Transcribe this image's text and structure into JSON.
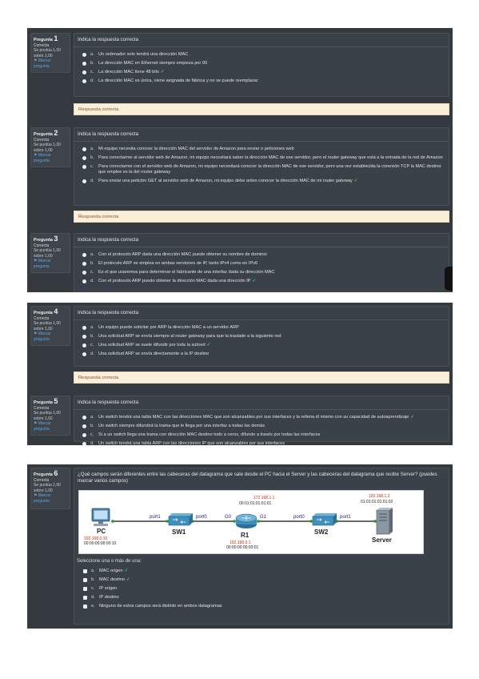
{
  "q1": {
    "label": "Pregunta",
    "num": "1",
    "status": "Correcta",
    "score": "Se puntúa 1,00 sobre 1,00",
    "flag": "Marcar pregunta",
    "text": "Indica la respuesta correcta",
    "options": [
      {
        "l": "a.",
        "t": "Un ordenador solo tendrá una dirección MAC"
      },
      {
        "l": "b.",
        "t": "La dirección MAC en Ethernet siempre empieza por 00"
      },
      {
        "l": "c.",
        "t": "La dirección MAC tiene 48 bits",
        "check": "✓"
      },
      {
        "l": "d.",
        "t": "La dirección MAC es única, viene asignada de fábrica y no se puede reemplazar"
      }
    ],
    "feedback": "Respuesta correcta"
  },
  "q2": {
    "label": "Pregunta",
    "num": "2",
    "status": "Correcta",
    "score": "Se puntúa 1,00 sobre 1,00",
    "flag": "Marcar pregunta",
    "text": "Indica la respuesta correcta",
    "options": [
      {
        "l": "a.",
        "t": "Mi equipo necesita conocer la dirección MAC del servidor de Amazon para enviar o peticiones web"
      },
      {
        "l": "b.",
        "t": "Para conectarme al servidor web de Amazon, mi equipo necesitará saber la dirección MAC de ese servidor, pero el router gateway que está a la entrada de la red de Amazon"
      },
      {
        "l": "c.",
        "t": "Para conectarme con el servidor web de Amazon, mi equipo necesitará conocer la dirección MAC de ese servidor, pero una vez establecida la conexión TCP la MAC destino que emplee es la del router gateway"
      },
      {
        "l": "d.",
        "t": "Para enviar una petición GET al servidor web de Amazon, mi equipo debe antes conocer la dirección MAC de mi router gateway",
        "check": "✓"
      }
    ],
    "feedback": "Respuesta correcta"
  },
  "q3": {
    "label": "Pregunta",
    "num": "3",
    "status": "Correcta",
    "score": "Se puntúa 1,00 sobre 1,00",
    "flag": "Marcar pregunta",
    "text": "Indica la respuesta correcta",
    "options": [
      {
        "l": "a.",
        "t": "Con el protocolo ARP dada una dirección MAC puede obtener su nombre de dominio"
      },
      {
        "l": "b.",
        "t": "El protocolo ARP se emplea en ambas versiones de IP, tanto IPv4 como en IPv6"
      },
      {
        "l": "c.",
        "t": "Es el que usaremos para determinar el fabricante de una interfaz dada su dirección MAC"
      },
      {
        "l": "d.",
        "t": "Con el protocolo ARP puedo obtener la dirección MAC dada una dirección IP",
        "check": "✓"
      }
    ]
  },
  "q4": {
    "label": "Pregunta",
    "num": "4",
    "status": "Correcta",
    "score": "Se puntúa 1,00 sobre 1,00",
    "flag": "Marcar pregunta",
    "text": "Indica la respuesta correcta",
    "options": [
      {
        "l": "a.",
        "t": "Un equipo puede solicitar por ARP la dirección MAC a un servidor ARP"
      },
      {
        "l": "b.",
        "t": "Una solicitud ARP se envía siempre al router gateway para que la traslade a la siguiente red"
      },
      {
        "l": "c.",
        "t": "Una solicitud ARP se suele difundir por toda la subred",
        "check": "✓"
      },
      {
        "l": "d.",
        "t": "Una solicitud ARP se envía directamente a la IP destino"
      }
    ],
    "feedback": "Respuesta correcta"
  },
  "q5": {
    "label": "Pregunta",
    "num": "5",
    "status": "Correcta",
    "score": "Se puntúa 1,00 sobre 1,00",
    "flag": "Marcar pregunta",
    "text": "Indica la respuesta correcta",
    "options": [
      {
        "l": "a.",
        "t": "Un switch tendrá una tabla MAC con las direcciones MAC que son alcanzables por sus interfaces y la rellena él mismo con su capacidad de autoaprendizaje",
        "check": "✓"
      },
      {
        "l": "b.",
        "t": "Un switch siempre difundirá la trama que le llega por una interfaz a todas las demás"
      },
      {
        "l": "c.",
        "t": "Si a un switch llega una trama con dirección MAC destino todo a ceros, difunde a través por todas las interfaces"
      },
      {
        "l": "d.",
        "t": "Un switch tendrá una tabla ARP con las direcciones IP que son alcanzables por sus interfaces"
      }
    ]
  },
  "q6": {
    "label": "Pregunta",
    "num": "6",
    "status": "Correcta",
    "score": "Se puntúa 1,00 sobre 1,00",
    "flag": "Marcar pregunta",
    "text": "¿Qué campos serán diferentes entre las cabeceras del datagrama que sale desde el PC hacia el Server y las cabeceras del datagrama que recibe Server? (puedes marcar varios campos)",
    "prompt": "Seleccione una o más de una:",
    "options": [
      {
        "l": "a.",
        "t": "MAC origen",
        "check": "✓"
      },
      {
        "l": "b.",
        "t": "MAC destino",
        "check": "✓"
      },
      {
        "l": "c.",
        "t": "IP origen"
      },
      {
        "l": "d.",
        "t": "IP destino"
      },
      {
        "l": "e.",
        "t": "Ninguno de estos campos será distinto en ambos datagramas"
      }
    ],
    "diagram": {
      "pc": {
        "name": "PC",
        "ip": "192.168.0.10",
        "mac": "00:00:00:00:00:10"
      },
      "sw1": {
        "name": "SW1",
        "p1": "port1",
        "p0": "port0"
      },
      "r1": {
        "name": "R1",
        "g0": "G0",
        "g1": "G1",
        "ip0": "192.168.0.1",
        "mac0": "00:00:00:00:00:01",
        "ip1": "172.168.1.1",
        "mac1": "00:01:01:01:01:01"
      },
      "sw2": {
        "name": "SW2",
        "p0": "port0",
        "p1": "port1"
      },
      "server": {
        "name": "Server",
        "ip": "192.168.1.2",
        "mac": "01:01:01:01:01:02"
      }
    }
  }
}
